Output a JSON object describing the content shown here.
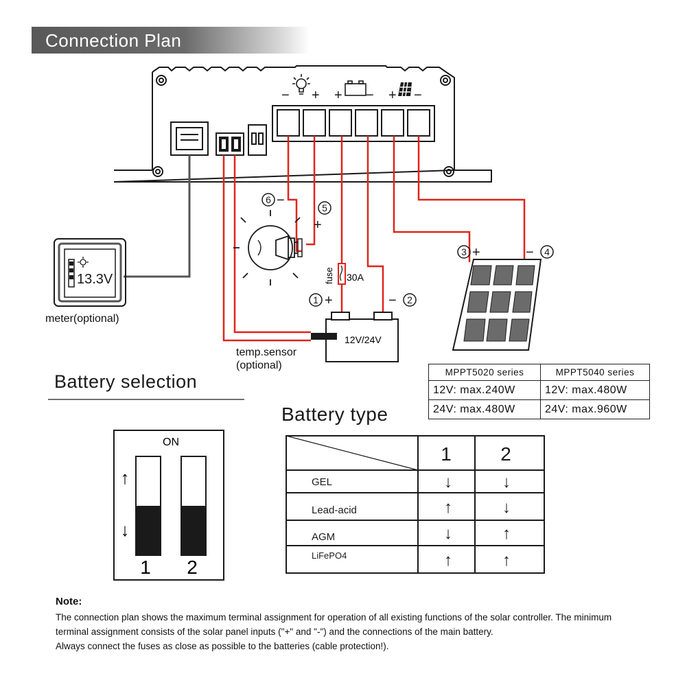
{
  "header": {
    "title": "Connection Plan"
  },
  "wiring": {
    "meter_label": "meter(optional)",
    "meter_reading": "13.3V",
    "temp_sensor_label_1": "temp.sensor",
    "temp_sensor_label_2": "(optional)",
    "fuse_label": "fuse",
    "fuse_rating": "30A",
    "battery_label": "12V/24V",
    "terminal_markers": [
      "1",
      "2",
      "3",
      "4",
      "5",
      "6"
    ],
    "terminal_signs": {
      "t1": "+",
      "t2": "−",
      "t3": "+",
      "t4": "−",
      "t5": "+",
      "t6": "−"
    },
    "top_signs": {
      "load_minus": "−",
      "load_plus": "+",
      "batt_plus": "+",
      "batt_minus": "−",
      "pv_plus": "+",
      "pv_minus": "−"
    }
  },
  "power_table": {
    "headers": [
      "MPPT5020 series",
      "MPPT5040 series"
    ],
    "rows": [
      [
        "12V: max.240W",
        "12V: max.480W"
      ],
      [
        "24V: max.480W",
        "24V: max.960W"
      ]
    ]
  },
  "battery_selection": {
    "title": "Battery selection",
    "on_label": "ON",
    "switch_numbers": [
      "1",
      "2"
    ],
    "up_arrow": "↑",
    "down_arrow": "↓"
  },
  "battery_type": {
    "title": "Battery type",
    "columns": [
      "1",
      "2"
    ],
    "rows": [
      {
        "name": "GEL",
        "s1": "down",
        "s2": "down"
      },
      {
        "name": "Lead-acid",
        "s1": "up",
        "s2": "down"
      },
      {
        "name": "AGM",
        "s1": "down",
        "s2": "up"
      },
      {
        "name": "LiFePO4",
        "s1": "up",
        "s2": "up"
      }
    ]
  },
  "note": {
    "title": "Note:",
    "paragraph_1": "The connection plan shows the maximum terminal assignment for operation of all existing functions of the solar controller. The minimum terminal assignment consists of the solar panel inputs (\"+\" and \"-\") and the connections of the main battery.",
    "paragraph_2": "Always connect the fuses as close as possible to the batteries (cable protection!)."
  },
  "colors": {
    "wire": "#e0241b",
    "cable": "#555555",
    "line": "#1a1a1a",
    "header_bg": "#5a5a5a"
  }
}
